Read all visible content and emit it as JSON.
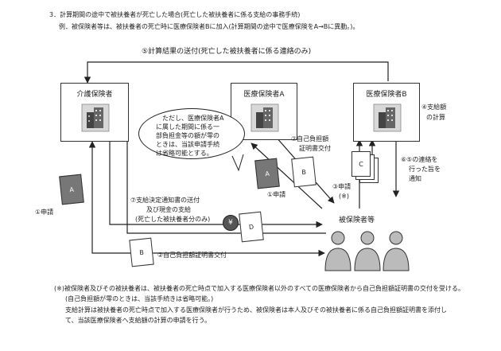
{
  "heading": {
    "title": "3．計算期間の途中で被扶養者が死亡した場合(死亡した被扶養者に係る支給の事務手続)",
    "example": "例．被保険者等は、被扶養者の死亡時に医療保険者Bに加入(計算期間の途中で医療保険をA→Bに異動。)。"
  },
  "diagram": {
    "entities": {
      "kaigo": "介護保険者",
      "iryo_a": "医療保険者A",
      "iryo_b": "医療保険者B",
      "hihokensha": "被保険者等"
    },
    "flows": {
      "step5_top": "⑤計算結果の送付(死亡した被扶養者に係る連絡のみ)",
      "step4_line1": "④支給額",
      "step4_line2": "の計算",
      "step6_line1": "⑥⑤の連絡を",
      "step6_line2": "行った旨を",
      "step6_line3": "通知",
      "step2_a_line1": "②自己負担額",
      "step2_a_line2": "証明書交付",
      "step1_a": "①申請",
      "step3_b_line1": "③申請",
      "step3_b_line2": "(※)",
      "step1_kaigo": "①申請",
      "step7_line1": "⑦支給決定通知書の送付",
      "step7_line2": "及び現金の支給",
      "step7_line3": "(死亡した被扶養者分のみ)",
      "step2_bottom": "②自己負担額証明書交付"
    },
    "bubble": [
      "ただし、医療保険者A",
      "に属した期間に係る一",
      "部負担金等の額が零の",
      "ときは、当該申請手続",
      "は省略可能とする。"
    ],
    "documents": {
      "a_left": "A",
      "a_mid": "A",
      "b_mid": "B",
      "c_right": "C",
      "d": "D",
      "b_bottom": "B",
      "yen": "¥"
    }
  },
  "footnote": {
    "line1": "(※)被保険者及びその被扶養者は、被扶養者の死亡時点で加入する医療保険者以外のすべての医療保険者から自己負担額証明書の交付を受ける。(自己負担額が零のときは、当該手続きは省略可能。)",
    "line1a": "(※)被保険者及びその被扶養者は、被扶養者の死亡時点で加入する医療保険者以外のすべての医療保険者から自己負担額証明書の交付を受ける。",
    "line2": "(自己負担額が零のときは、当該手続きは省略可能。)",
    "line3": "支給計算は被扶養者の死亡時点で加入する医療保険者が行うため、被保険者は本人及びその被扶養者に係る自己負担額証明書を添付し",
    "line4": "て、当該医療保険者へ支給額の計算の申請を行う。"
  }
}
